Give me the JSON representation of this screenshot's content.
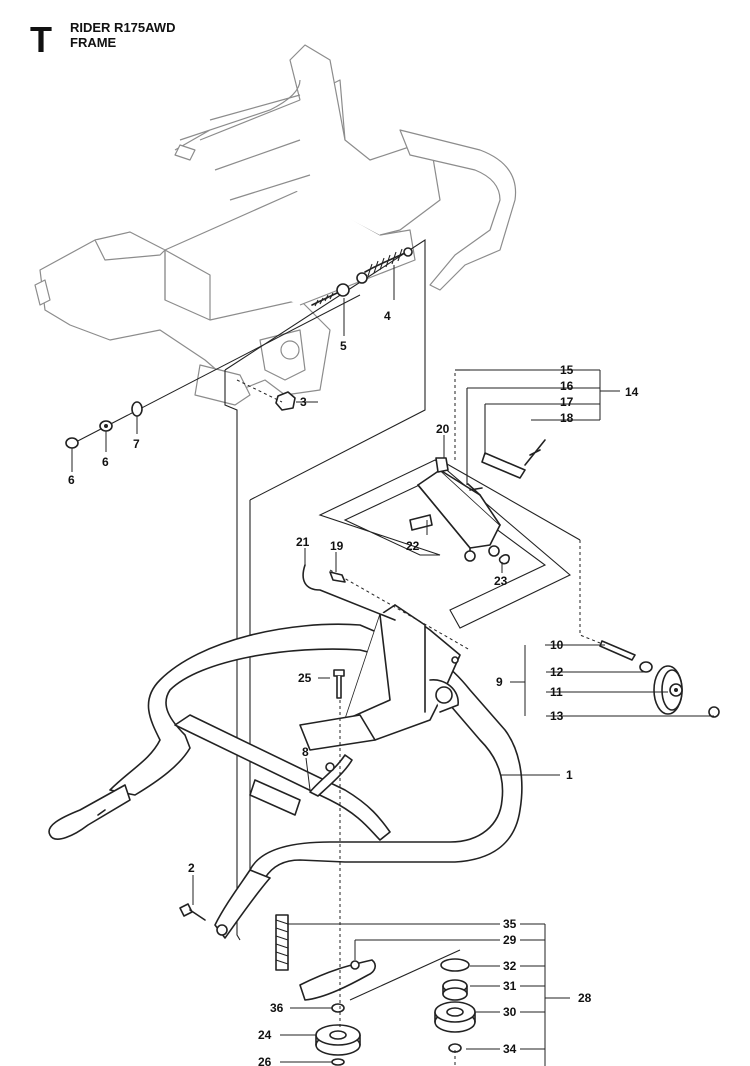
{
  "header": {
    "section_letter": "T",
    "model": "RIDER R175AWD",
    "group": "FRAME"
  },
  "diagram": {
    "callouts": {
      "c1": "1",
      "c2": "2",
      "c3": "3",
      "c4": "4",
      "c5": "5",
      "c6a": "6",
      "c6b": "6",
      "c7": "7",
      "c8": "8",
      "c9": "9",
      "c10": "10",
      "c11": "11",
      "c12": "12",
      "c13": "13",
      "c14": "14",
      "c15": "15",
      "c16": "16",
      "c17": "17",
      "c18": "18",
      "c19": "19",
      "c20": "20",
      "c21": "21",
      "c22": "22",
      "c23": "23",
      "c24": "24",
      "c25": "25",
      "c26": "26",
      "c28": "28",
      "c29": "29",
      "c30": "30",
      "c31": "31",
      "c32": "32",
      "c34": "34",
      "c35": "35",
      "c36": "36"
    }
  }
}
